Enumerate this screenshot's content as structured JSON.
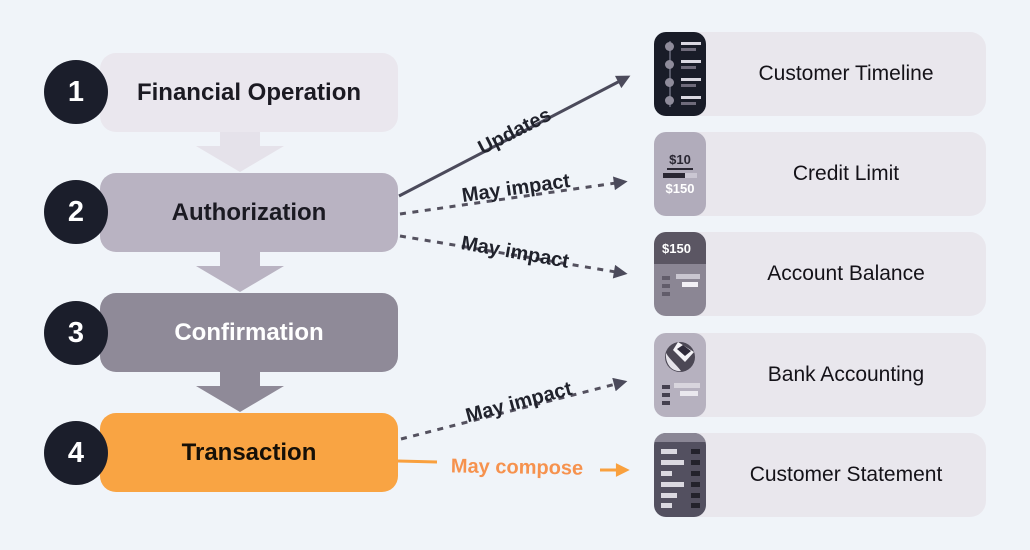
{
  "steps": [
    {
      "num": "1",
      "label": "Financial Operation"
    },
    {
      "num": "2",
      "label": "Authorization"
    },
    {
      "num": "3",
      "label": "Confirmation"
    },
    {
      "num": "4",
      "label": "Transaction"
    }
  ],
  "cards": [
    {
      "label": "Customer Timeline"
    },
    {
      "label": "Credit Limit",
      "amount_top": "$10",
      "amount_bottom": "$150"
    },
    {
      "label": "Account Balance",
      "amount": "$150"
    },
    {
      "label": "Bank Accounting"
    },
    {
      "label": "Customer Statement"
    }
  ],
  "connectors": [
    {
      "from": "Authorization",
      "to": "Customer Timeline",
      "label": "Updates",
      "style": "solid"
    },
    {
      "from": "Authorization",
      "to": "Credit Limit",
      "label": "May impact",
      "style": "dashed"
    },
    {
      "from": "Authorization",
      "to": "Account Balance",
      "label": "May impact",
      "style": "dashed"
    },
    {
      "from": "Transaction",
      "to": "Bank Accounting",
      "label": "May impact",
      "style": "dashed"
    },
    {
      "from": "Transaction",
      "to": "Customer Statement",
      "label": "May compose",
      "style": "solid-orange"
    }
  ],
  "colors": {
    "background": "#f0f4f9",
    "step_financial_operation": "#eae7ee",
    "step_authorization": "#b9b3c2",
    "step_confirmation": "#8f8a98",
    "step_transaction": "#f9a443",
    "number_circle": "#1b1e2b",
    "card_background": "#e9e7ed",
    "connector_slate": "#4b4a5b",
    "connector_orange": "#f9a03e"
  }
}
